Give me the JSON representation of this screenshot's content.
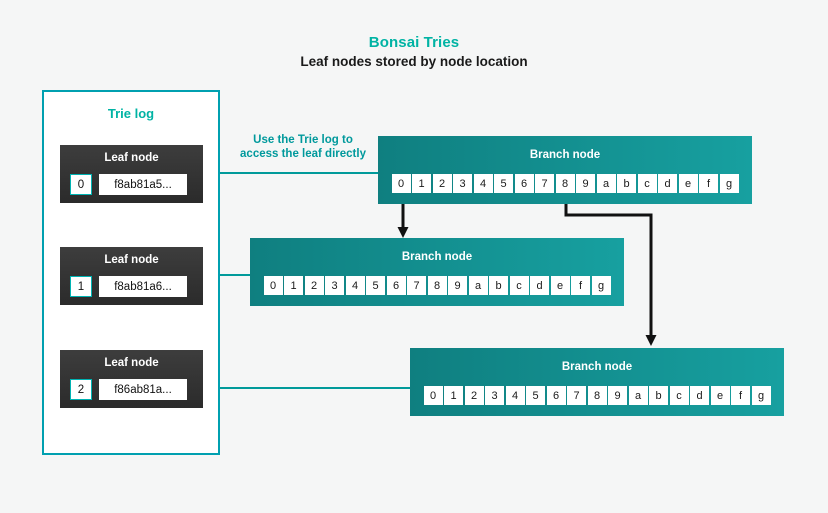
{
  "header": {
    "title": "Bonsai Tries",
    "subtitle": "Leaf nodes stored by node location"
  },
  "trie_log": {
    "panel_title": "Trie log",
    "leaf_nodes": [
      {
        "label": "Leaf node",
        "index": "0",
        "hash": "f8ab81a5..."
      },
      {
        "label": "Leaf node",
        "index": "1",
        "hash": "f8ab81a6..."
      },
      {
        "label": "Leaf node",
        "index": "2",
        "hash": "f86ab81a..."
      }
    ]
  },
  "annotation": {
    "line1": "Use the Trie log to",
    "line2": "access the leaf directly"
  },
  "branch_nodes": [
    {
      "label": "Branch node",
      "cells": [
        "0",
        "1",
        "2",
        "3",
        "4",
        "5",
        "6",
        "7",
        "8",
        "9",
        "a",
        "b",
        "c",
        "d",
        "e",
        "f",
        "g"
      ]
    },
    {
      "label": "Branch node",
      "cells": [
        "0",
        "1",
        "2",
        "3",
        "4",
        "5",
        "6",
        "7",
        "8",
        "9",
        "a",
        "b",
        "c",
        "d",
        "e",
        "f",
        "g"
      ]
    },
    {
      "label": "Branch node",
      "cells": [
        "0",
        "1",
        "2",
        "3",
        "4",
        "5",
        "6",
        "7",
        "8",
        "9",
        "a",
        "b",
        "c",
        "d",
        "e",
        "f",
        "g"
      ]
    }
  ],
  "colors": {
    "background": "#f5f6f6",
    "accent_teal": "#00b3a4",
    "panel_border": "#00a0b0",
    "branch_fill_left": "#0f7f80",
    "branch_fill_right": "#17a0a0",
    "leaf_fill": "#2b2b2b",
    "connector_teal": "#009a9a",
    "connector_black": "#111111",
    "text_dark": "#1a1a1a",
    "text_light": "#ffffff"
  }
}
